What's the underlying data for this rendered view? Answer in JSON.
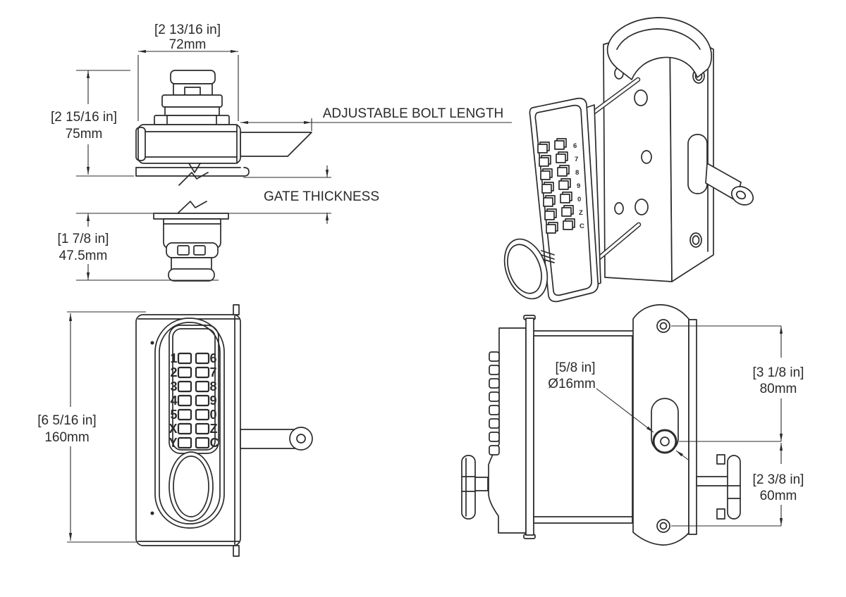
{
  "colors": {
    "line": "#2b2b2b",
    "background": "#ffffff"
  },
  "side_view": {
    "width": {
      "in": "[2 13/16 in]",
      "mm": "72mm"
    },
    "height": {
      "in": "[2 15/16 in]",
      "mm": "75mm"
    },
    "adjustable_bolt_label": "ADJUSTABLE BOLT LENGTH",
    "gate_thickness_label": "GATE THICKNESS",
    "back_unit_height": {
      "in": "[1 7/8 in]",
      "mm": "47.5mm"
    }
  },
  "front_view": {
    "height": {
      "in": "[6 5/16 in]",
      "mm": "160mm"
    },
    "keypad": {
      "left_labels": [
        "1",
        "2",
        "3",
        "4",
        "5",
        "X",
        "Y"
      ],
      "right_labels": [
        "6",
        "7",
        "8",
        "9",
        "0",
        "Z",
        "C"
      ]
    }
  },
  "right_side_view": {
    "bolt_hole_diameter": {
      "in": "[5/8 in]",
      "mm": "Ø16mm"
    },
    "upper_spacing": {
      "in": "[3 1/8 in]",
      "mm": "80mm"
    },
    "lower_spacing": {
      "in": "[2 3/8 in]",
      "mm": "60mm"
    }
  }
}
